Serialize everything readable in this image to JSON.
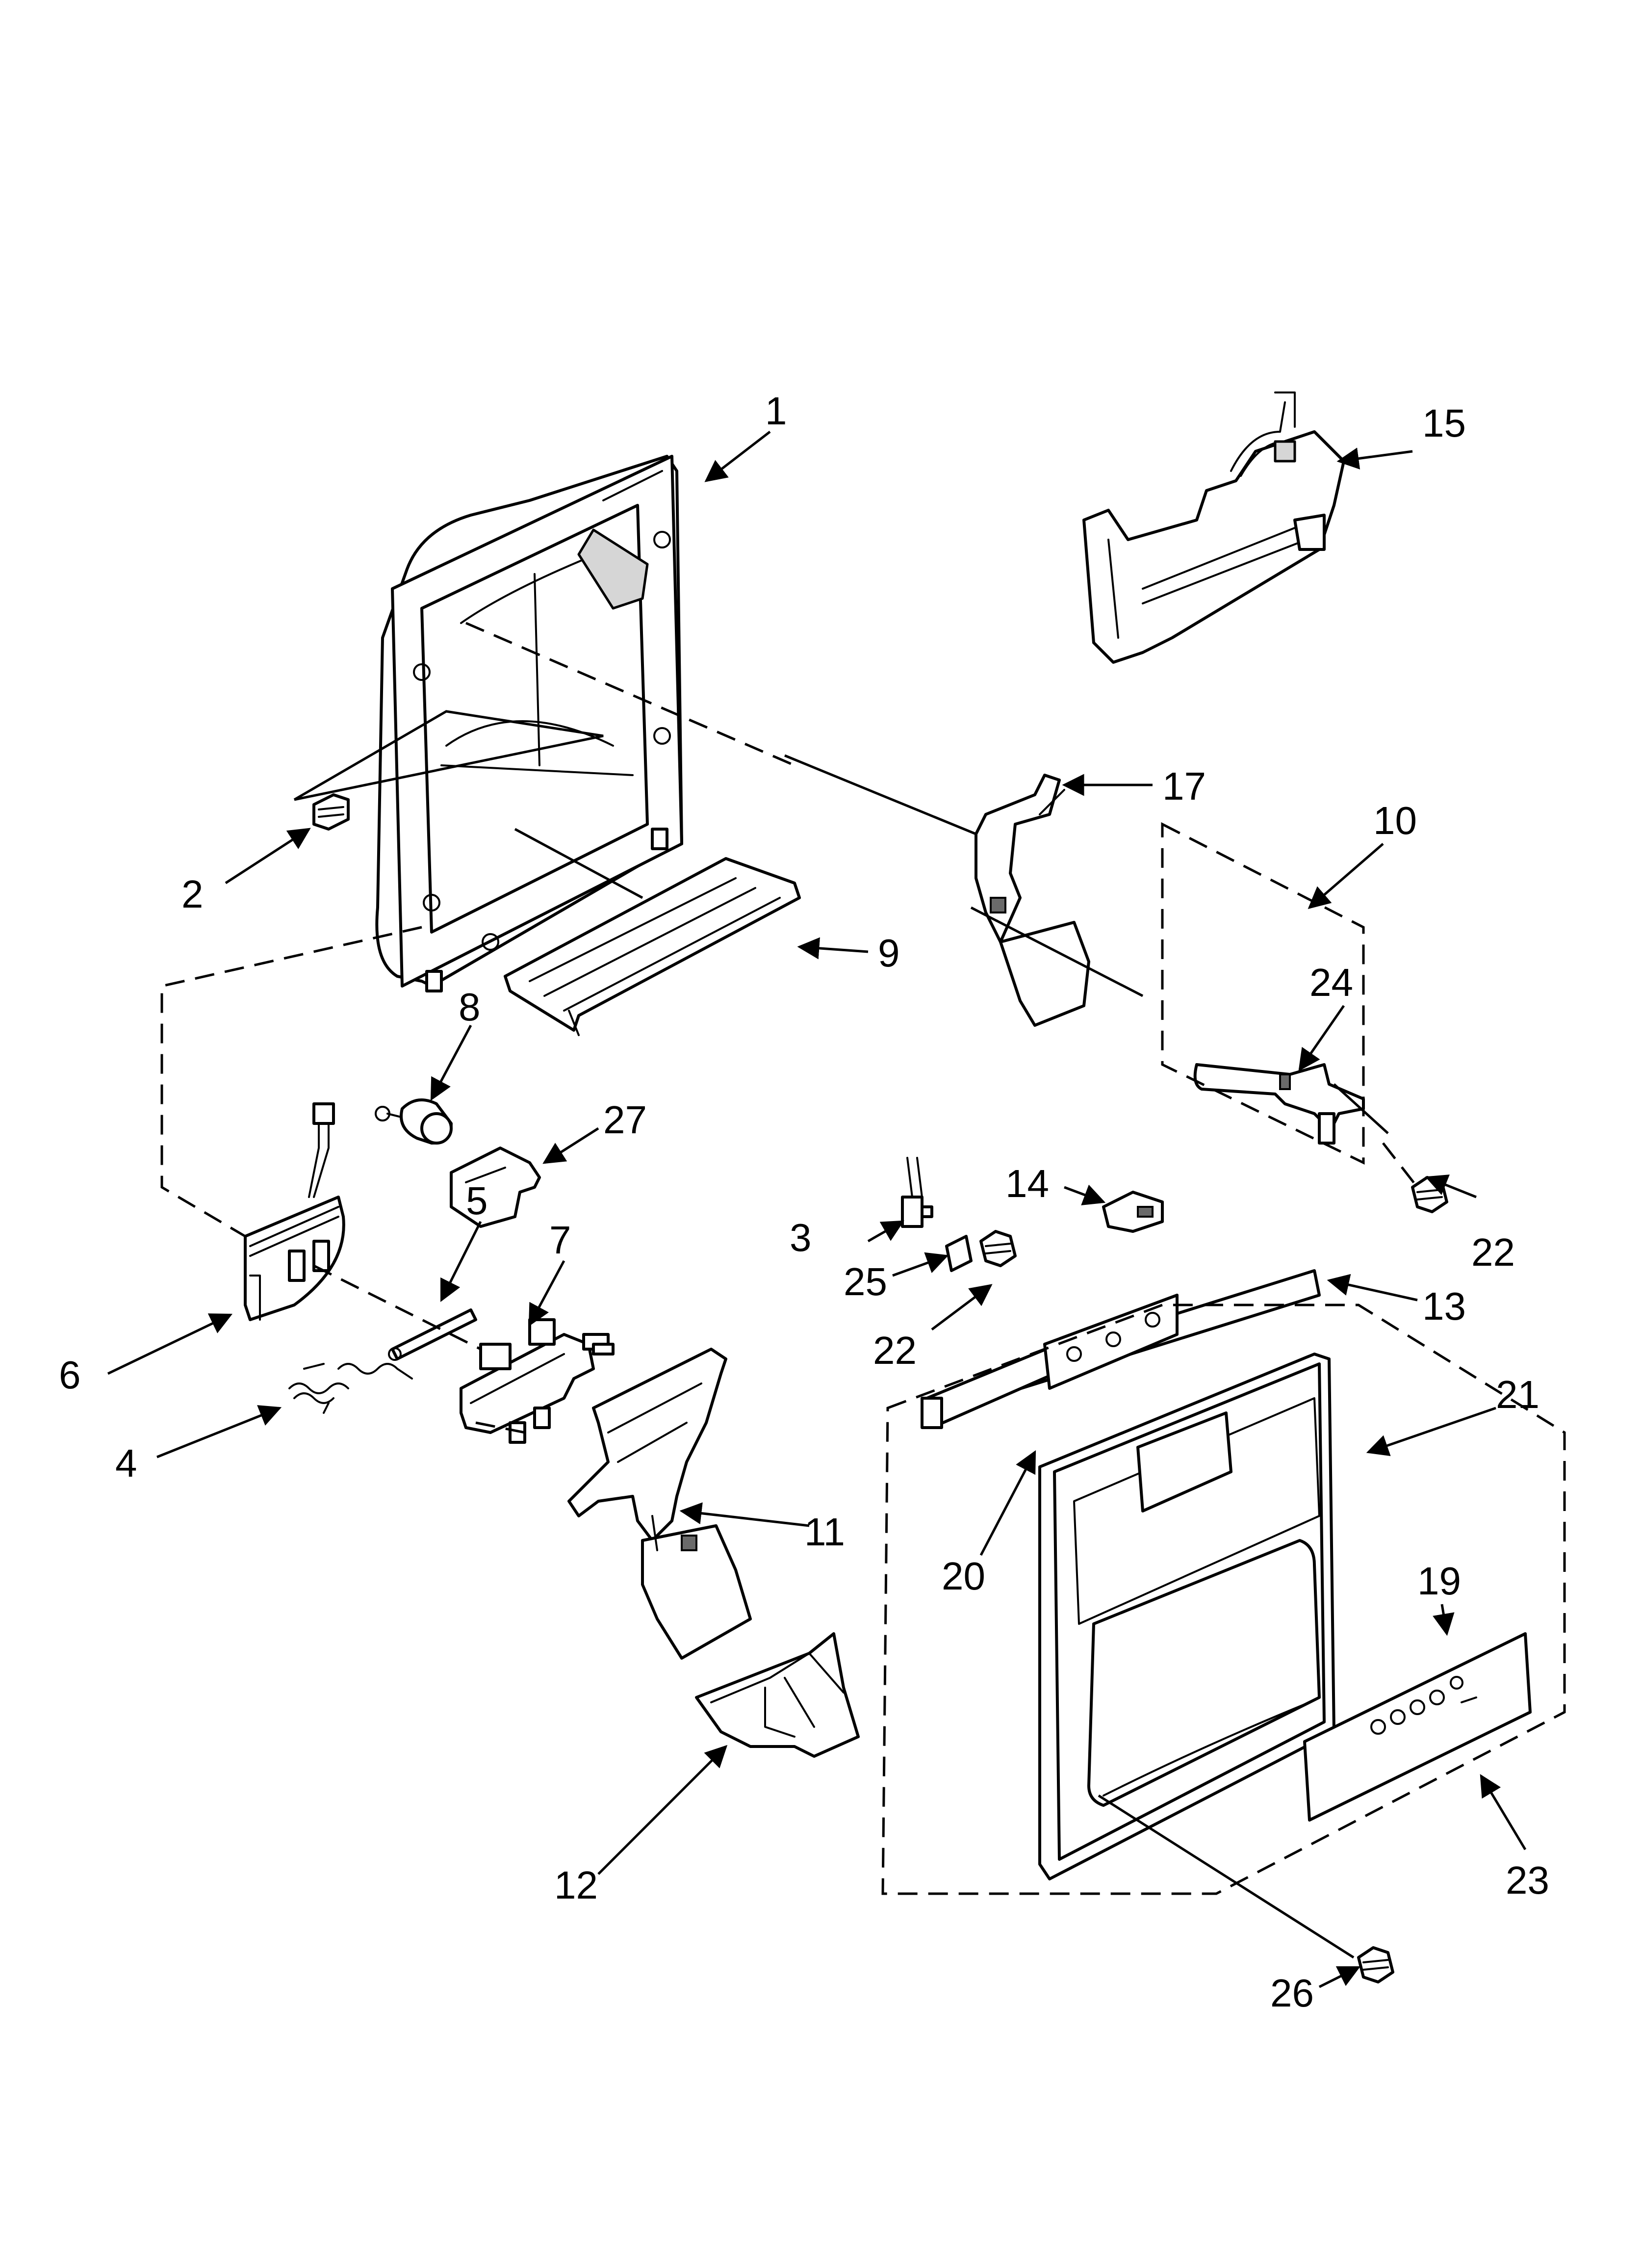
{
  "callouts": {
    "c1": "1",
    "c2": "2",
    "c3": "3",
    "c4": "4",
    "c5": "5",
    "c6": "6",
    "c7": "7",
    "c8": "8",
    "c9": "9",
    "c10": "10",
    "c11": "11",
    "c12": "12",
    "c13": "13",
    "c14": "14",
    "c15": "15",
    "c17": "17",
    "c19": "19",
    "c20": "20",
    "c21": "21",
    "c22a": "22",
    "c22b": "22",
    "c23": "23",
    "c24": "24",
    "c25": "25",
    "c26": "26",
    "c27": "27"
  }
}
